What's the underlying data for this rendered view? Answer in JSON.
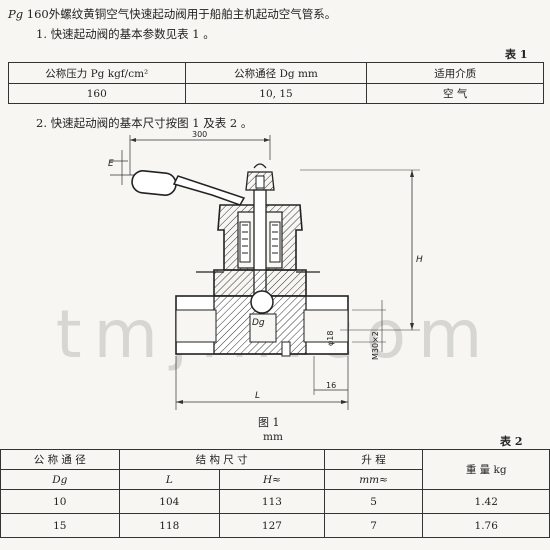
{
  "intro": {
    "pg_symbol": "Pg",
    "line1": "160外螺纹黄铜空气快速起动阀用于船舶主机起动空气管系。",
    "line2": "1. 快速起动阀的基本参数见表 1 。",
    "line3": "2. 快速起动阀的基本尺寸按图 1 及表 2 。"
  },
  "table1": {
    "label": "表 1",
    "headers": [
      "公称压力  Pg   kgf/cm²",
      "公称通径  Dg   mm",
      "适用介质"
    ],
    "row": [
      "160",
      "10, 15",
      "空    气"
    ]
  },
  "figure": {
    "dim_300": "300",
    "dim_E": "E",
    "dim_H": "H",
    "dim_L": "L",
    "dim_16": "16",
    "label_dg": "Dg",
    "label_phi": "φ18",
    "label_thread": "M30×2",
    "caption": "图 1"
  },
  "table2": {
    "unit": "mm",
    "label": "表 2",
    "h_nominal": "公  称  通  径",
    "h_nominal_sym": "Dg",
    "h_struct": "结  构  尺  寸",
    "h_L": "L",
    "h_H": "H≈",
    "h_lift": "升  程",
    "h_lift_unit": "mm≈",
    "h_weight": "重  量  kg",
    "rows": [
      {
        "dg": "10",
        "L": "104",
        "H": "113",
        "lift": "5",
        "weight": "1.42"
      },
      {
        "dg": "15",
        "L": "118",
        "H": "127",
        "lift": "7",
        "weight": "1.76"
      }
    ]
  },
  "watermark": "tmjin.com"
}
